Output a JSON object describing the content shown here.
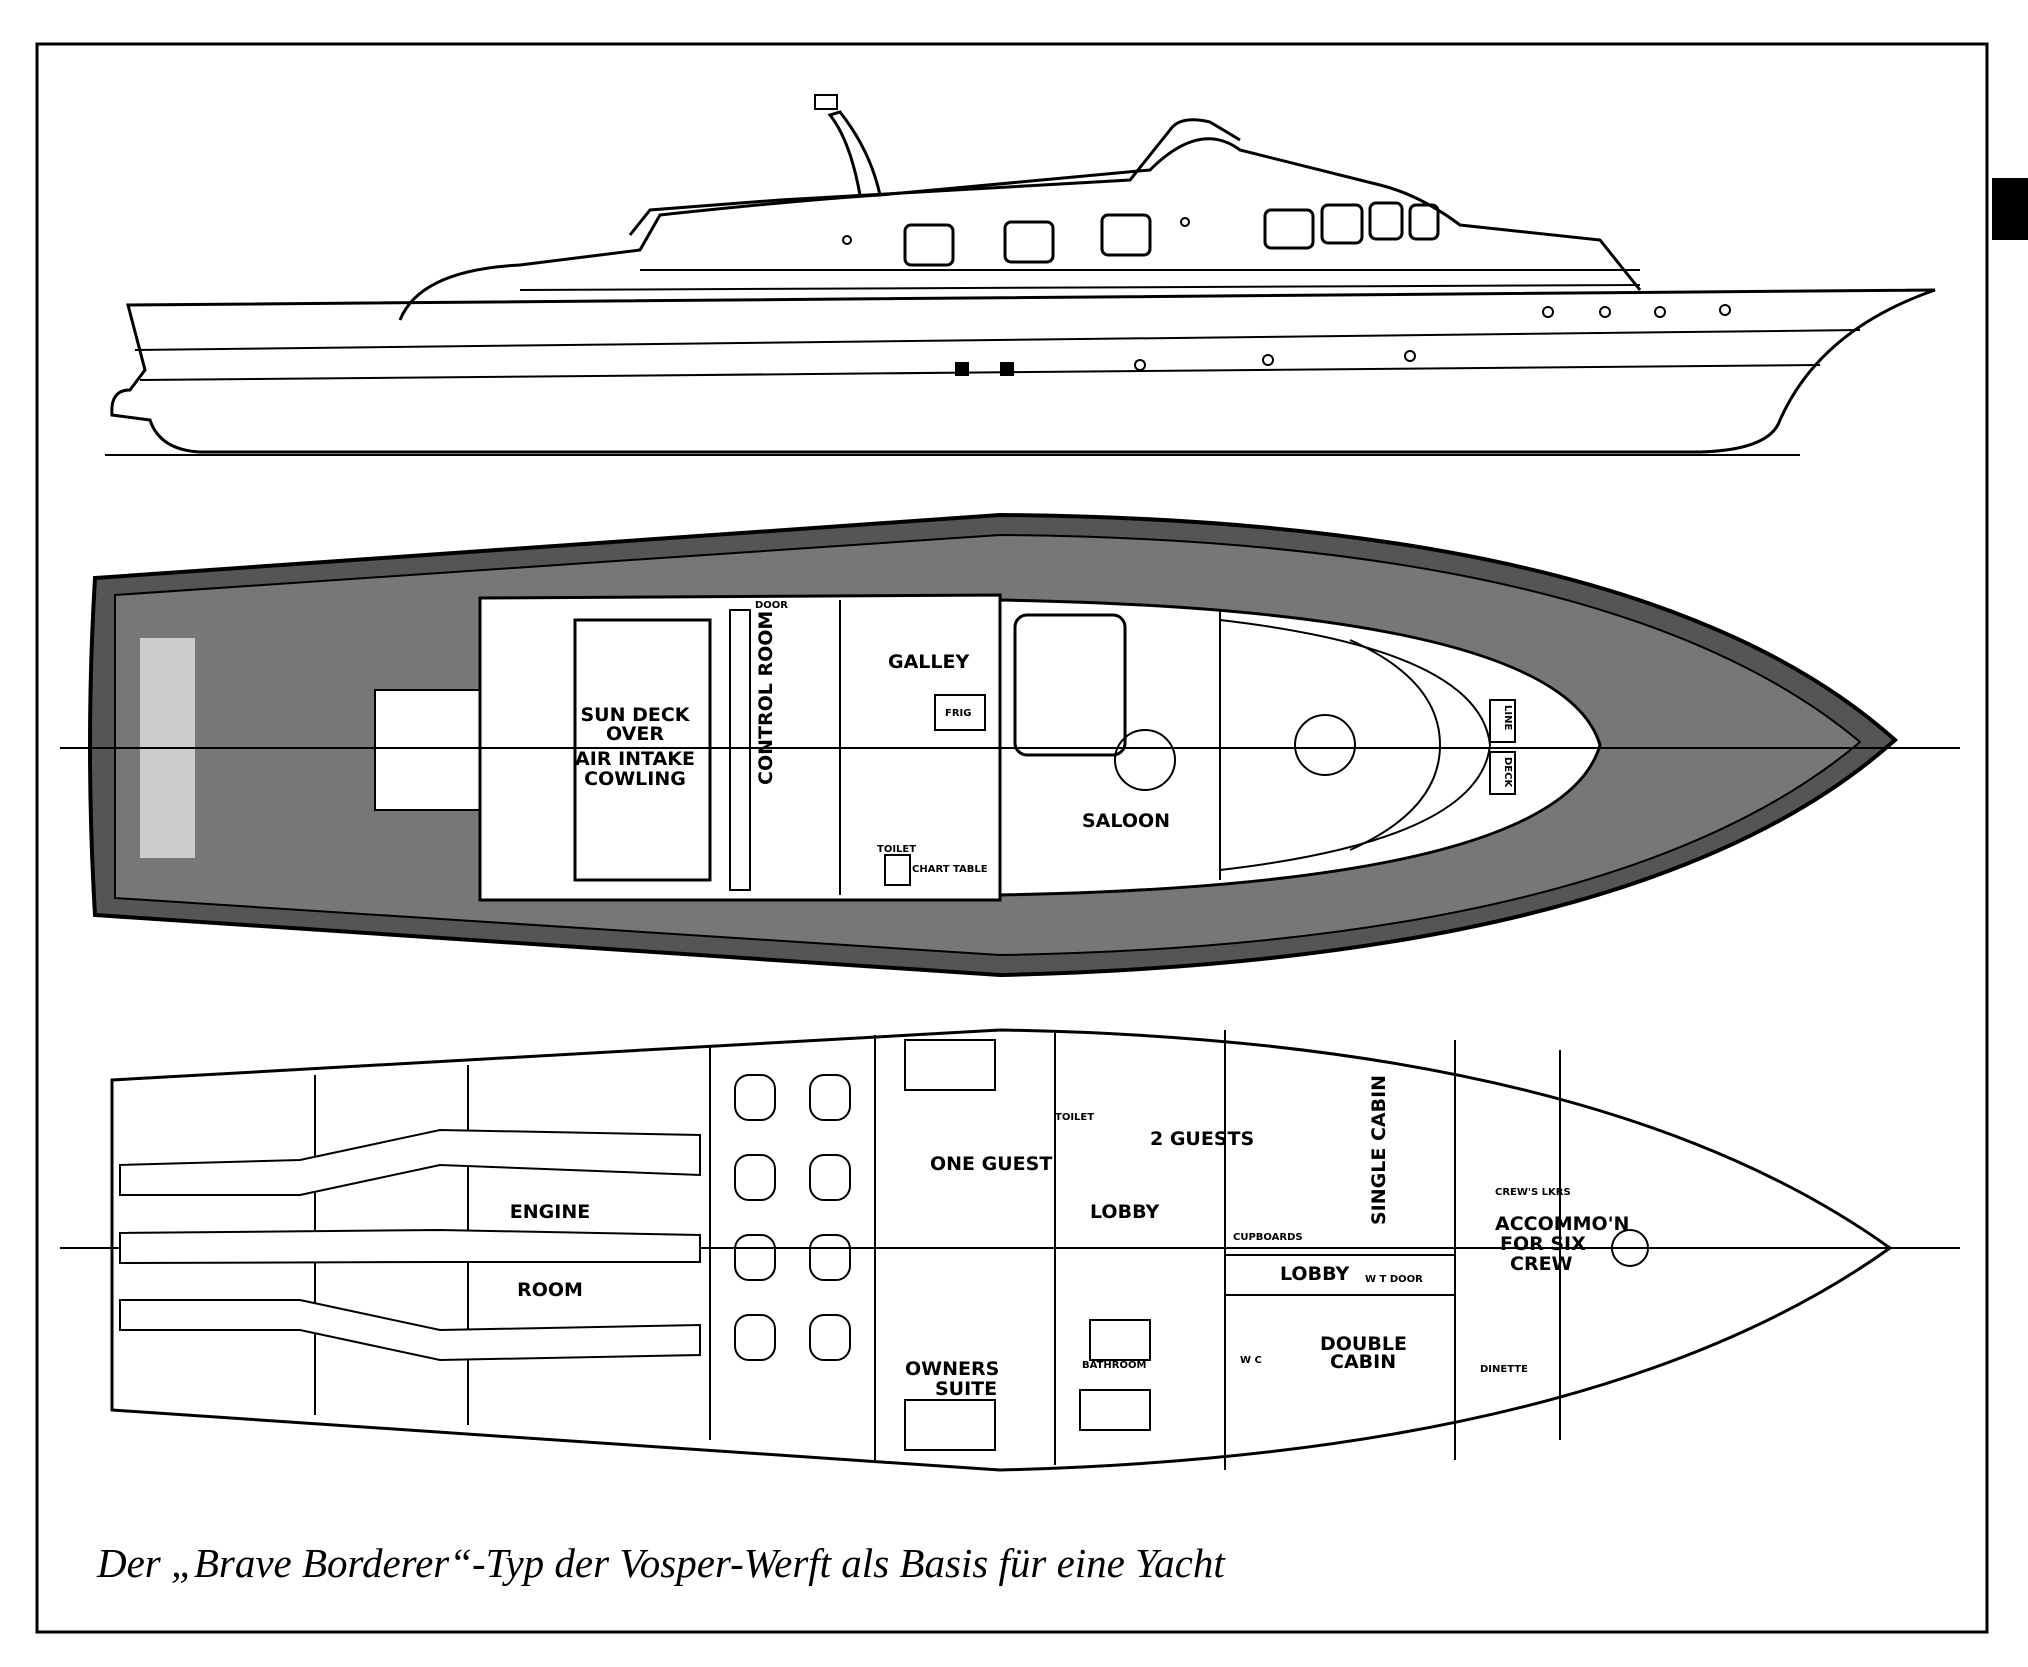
{
  "caption": "Der „Brave Borderer“-Typ der Vosper-Werft als Basis für eine Yacht",
  "deck_plan": {
    "sun_deck": [
      "SUN DECK",
      "OVER",
      "AIR INTAKE",
      "COWLING"
    ],
    "control_room": "CONTROL ROOM",
    "door": "DOOR",
    "galley": "GALLEY",
    "frig": "FRIG",
    "saloon": "SALOON",
    "toilet": "TOILET",
    "chart_table": "CHART TABLE",
    "line": "LINE",
    "deck": "DECK"
  },
  "lower_plan": {
    "engine": "ENGINE",
    "room": "ROOM",
    "one_guest": "ONE GUEST",
    "toilet": "TOILET",
    "two_guests": "2 GUESTS",
    "lobby1": "LOBBY",
    "cupboards": "CUPBOARDS",
    "lobby2": "LOBBY",
    "wt_door": "W T DOOR",
    "single_cabin": "SINGLE CABIN",
    "crews_lkrs": "CREW'S LKRS",
    "accommodation": [
      "ACCOMMO'N",
      "FOR SIX",
      "CREW"
    ],
    "owners": "OWNERS",
    "suite": "SUITE",
    "bathroom": "BATHROOM",
    "wc": "W C",
    "double_cabin": [
      "DOUBLE",
      "CABIN"
    ],
    "dinette": "DINETTE"
  }
}
